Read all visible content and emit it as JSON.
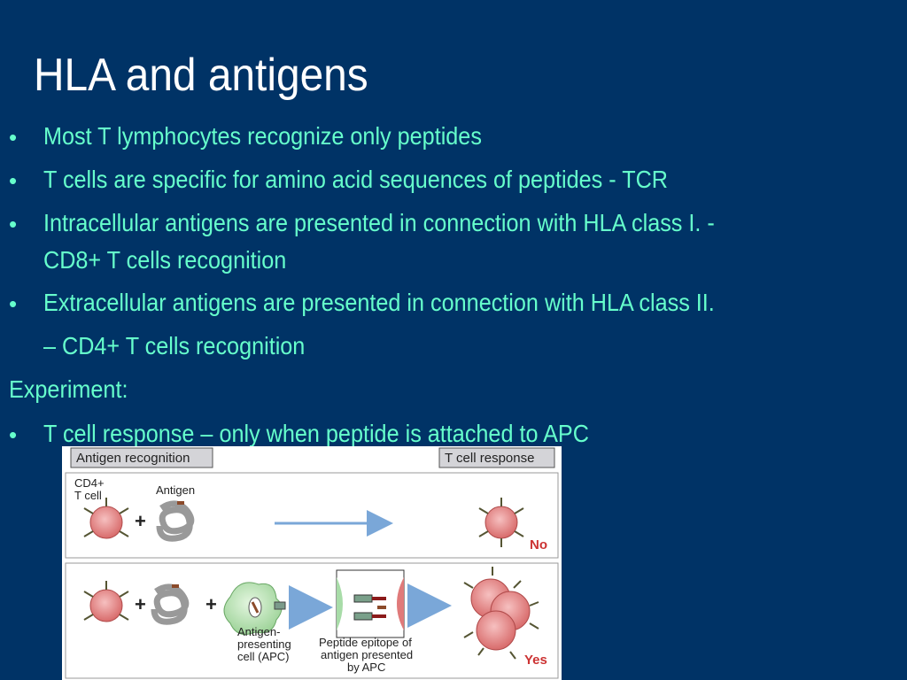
{
  "slide": {
    "title": "HLA and antigens",
    "bullets": [
      "Most T lymphocytes recognize only peptides",
      "T cells are specific for amino acid sequences of peptides - TCR",
      "Intracellular antigens are presented in connection with HLA class I.  -",
      "CD8+ T cells recognition",
      "Extracellular antigens are presented in connection with HLA class II.",
      "– CD4+ T cells recognition",
      "Experiment:",
      "T cell response – only when peptide is attached to APC"
    ],
    "bullet_glyph": "•"
  },
  "figure": {
    "header_left": "Antigen recognition",
    "header_right": "T cell response",
    "row1": {
      "cell_label_1": "CD4+",
      "cell_label_2": "T cell",
      "antigen_label": "Antigen",
      "plus": "+",
      "result": "No"
    },
    "row2": {
      "plus1": "+",
      "plus2": "+",
      "apc_label_1": "Antigen-",
      "apc_label_2": "presenting",
      "apc_label_3": "cell (APC)",
      "epitope_label_1": "Peptide epitope of",
      "epitope_label_2": "antigen presented",
      "epitope_label_3": "by APC",
      "result": "Yes"
    },
    "colors": {
      "result": "#cc3333",
      "arrow": "#7aa7d8",
      "cell": "#e07a7a",
      "apc": "#a8dca8"
    }
  }
}
